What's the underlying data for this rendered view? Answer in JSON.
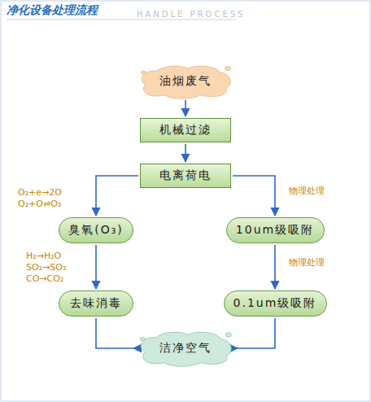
{
  "diagram": {
    "title": "净化设备处理流程",
    "nodes": [
      {
        "text": [
          "油烟废气"
        ]
      },
      {
        "text": [
          "机械过滤"
        ]
      },
      {
        "text": [
          "电离荷电"
        ]
      },
      {
        "text": [
          "臭氧(O₃)"
        ]
      },
      {
        "text": [
          "10um级吸附"
        ]
      },
      {
        "text": [
          "去味消毒"
        ]
      },
      {
        "text": [
          "0.1um级吸附"
        ]
      },
      {
        "text": [
          "洁净空气"
        ]
      }
    ],
    "edges": [
      {
        "from": 0,
        "to": 1,
        "arrow": "to"
      },
      {
        "from": 1,
        "to": 2,
        "arrow": "to"
      },
      {
        "from": 2,
        "to": 3,
        "arrow": "to"
      },
      {
        "from": 2,
        "to": 4,
        "label": "物理处理",
        "arrow": "to"
      },
      {
        "from": 3,
        "to": 5,
        "arrow": "to"
      },
      {
        "from": 4,
        "to": 6,
        "label": "物理处理",
        "arrow": "to"
      },
      {
        "from": 5,
        "to": 7,
        "arrow": "to"
      },
      {
        "from": 6,
        "to": 7,
        "arrow": "to"
      }
    ],
    "labels": [
      "HANDLE PROCESS",
      "O₂+e→2O",
      "O₂+O⇌O₃",
      "H₂→H₂O",
      "SO₂→SO₃",
      "CO→CO₂"
    ]
  }
}
